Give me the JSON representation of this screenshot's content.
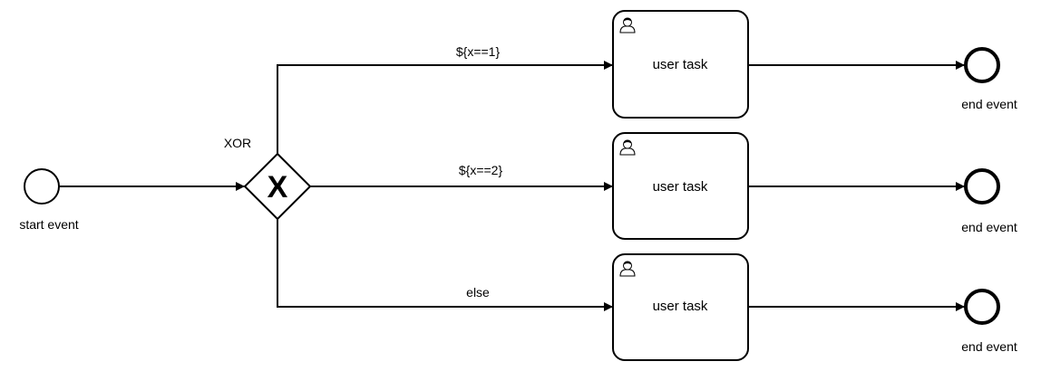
{
  "diagram": {
    "start_event": {
      "label": "start event"
    },
    "gateway": {
      "label": "XOR",
      "marker": "X",
      "type": "exclusive-gateway"
    },
    "flows": [
      {
        "label": "${x==1}"
      },
      {
        "label": "${x==2}"
      },
      {
        "label": "else"
      }
    ],
    "tasks": [
      {
        "label": "user task",
        "icon": "user-icon"
      },
      {
        "label": "user task",
        "icon": "user-icon"
      },
      {
        "label": "user task",
        "icon": "user-icon"
      }
    ],
    "end_events": [
      {
        "label": "end event"
      },
      {
        "label": "end event"
      },
      {
        "label": "end event"
      }
    ]
  }
}
